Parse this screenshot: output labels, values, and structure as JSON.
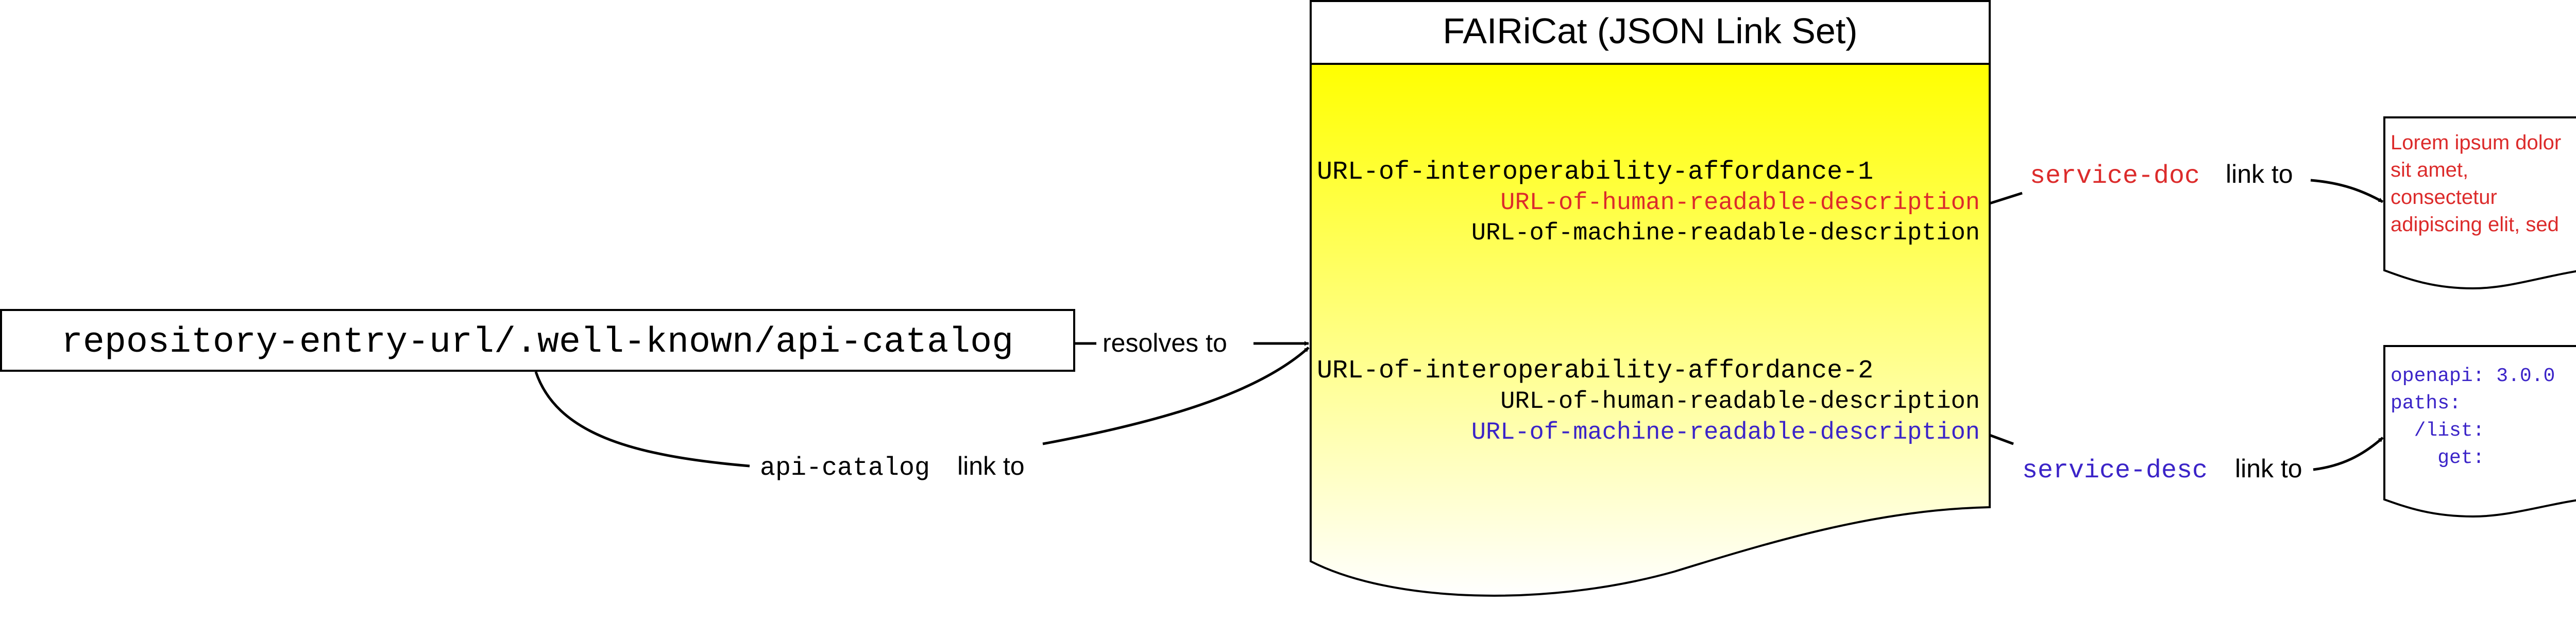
{
  "entry_box": {
    "text": "repository-entry-url/.well-known/api-catalog"
  },
  "edges": {
    "resolves": {
      "label": "resolves to"
    },
    "api_catalog": {
      "rel": "api-catalog",
      "suffix": "link to"
    },
    "service_doc": {
      "rel": "service-doc",
      "suffix": "link to"
    },
    "service_desc": {
      "rel": "service-desc",
      "suffix": "link to"
    }
  },
  "linkset": {
    "title": "FAIRiCat (JSON Link Set)",
    "affordance1": {
      "url": "URL-of-interoperability-affordance-1",
      "human": "URL-of-human-readable-description",
      "machine": "URL-of-machine-readable-description"
    },
    "affordance2": {
      "url": "URL-of-interoperability-affordance-2",
      "human": "URL-of-human-readable-description",
      "machine": "URL-of-machine-readable-description"
    }
  },
  "doc_note": {
    "lines": [
      "Lorem ipsum dolor",
      "sit amet,",
      "consectetur",
      "adipiscing elit, sed"
    ]
  },
  "desc_note": {
    "lines": [
      "openapi: 3.0.0",
      "paths:",
      "  /list:",
      "    get:"
    ]
  },
  "colors": {
    "red": "#dc2b2b",
    "blue": "#3b24c8",
    "yellow_top": "#ffff00",
    "yellow_bottom": "#ffffff",
    "stroke": "#000000"
  }
}
